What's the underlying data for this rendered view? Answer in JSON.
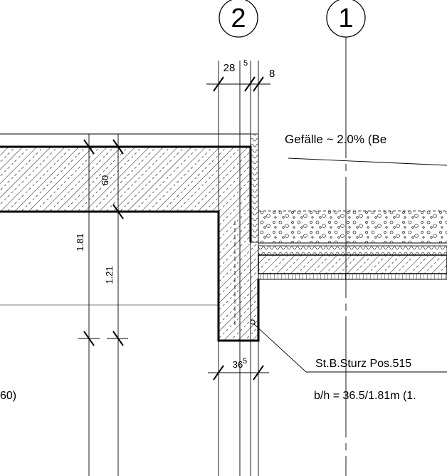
{
  "axes": {
    "axis_2": "2",
    "axis_1": "1"
  },
  "dimensions": {
    "top_28": "28",
    "top_28_sup": "5",
    "top_8": "8",
    "slab_60": "60",
    "wall_181": "1.81",
    "wall_121": "1.21",
    "bottom_36": "36",
    "bottom_36_sup": "5"
  },
  "notes": {
    "slope": "Gefälle ~ 2.0% (Be",
    "lintel_title": "St.B.Sturz Pos.515",
    "lintel_size": "b/h = 36.5/1.81m (1.",
    "left_fragment": "60)"
  }
}
